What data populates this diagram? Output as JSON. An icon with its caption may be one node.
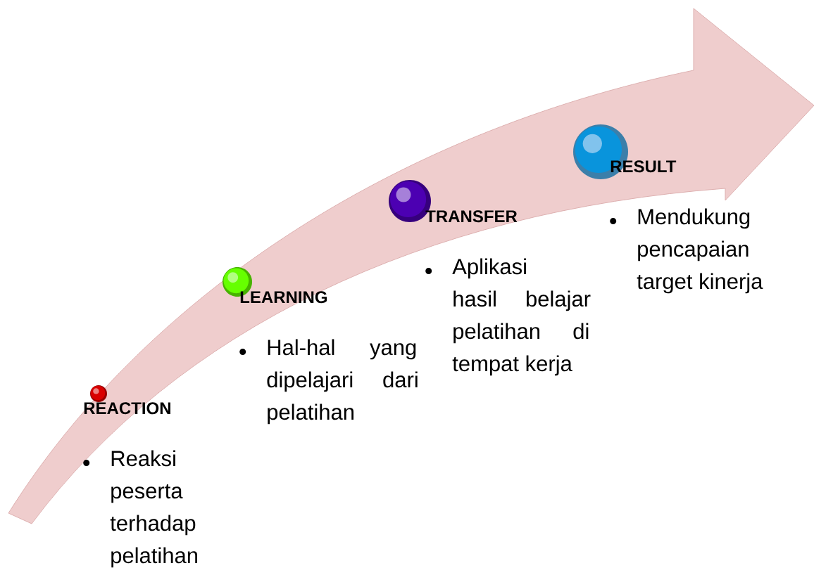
{
  "diagram": {
    "nodes": [
      {
        "text": [
          "REACTION",
          "Reaksi peserta terhadap pelatihan"
        ]
      },
      {
        "text": [
          "LEARNING",
          "Hal-hal yang dipelajari dari pelatihan"
        ]
      },
      {
        "text": [
          "TRANSFER",
          "Aplikasi hasil belajar pelatihan di tempat kerja"
        ]
      },
      {
        "text": [
          "RESULT",
          "Mendukung pencapaian target kinerja"
        ]
      }
    ]
  }
}
